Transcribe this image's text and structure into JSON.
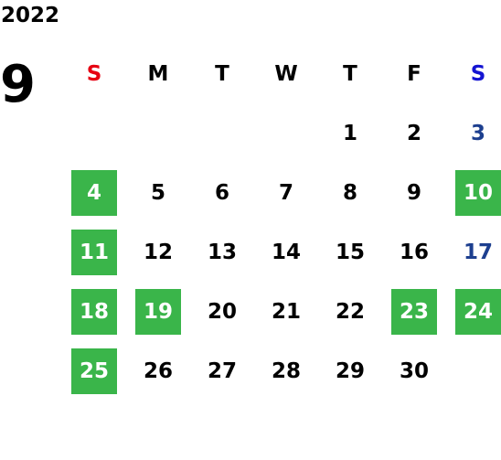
{
  "year": "2022",
  "month": "9",
  "colors": {
    "holiday_bg": "#3ab54a",
    "sunday_header": "#e60012",
    "saturday_header": "#1414d2",
    "saturday_date": "#1d3f8f"
  },
  "weekdays": [
    "S",
    "M",
    "T",
    "W",
    "T",
    "F",
    "S"
  ],
  "weeks": [
    [
      {
        "d": "",
        "holiday": false
      },
      {
        "d": "",
        "holiday": false
      },
      {
        "d": "",
        "holiday": false
      },
      {
        "d": "",
        "holiday": false
      },
      {
        "d": "1",
        "holiday": false
      },
      {
        "d": "2",
        "holiday": false
      },
      {
        "d": "3",
        "holiday": false
      }
    ],
    [
      {
        "d": "4",
        "holiday": true
      },
      {
        "d": "5",
        "holiday": false
      },
      {
        "d": "6",
        "holiday": false
      },
      {
        "d": "7",
        "holiday": false
      },
      {
        "d": "8",
        "holiday": false
      },
      {
        "d": "9",
        "holiday": false
      },
      {
        "d": "10",
        "holiday": true
      }
    ],
    [
      {
        "d": "11",
        "holiday": true
      },
      {
        "d": "12",
        "holiday": false
      },
      {
        "d": "13",
        "holiday": false
      },
      {
        "d": "14",
        "holiday": false
      },
      {
        "d": "15",
        "holiday": false
      },
      {
        "d": "16",
        "holiday": false
      },
      {
        "d": "17",
        "holiday": false
      }
    ],
    [
      {
        "d": "18",
        "holiday": true
      },
      {
        "d": "19",
        "holiday": true
      },
      {
        "d": "20",
        "holiday": false
      },
      {
        "d": "21",
        "holiday": false
      },
      {
        "d": "22",
        "holiday": false
      },
      {
        "d": "23",
        "holiday": true
      },
      {
        "d": "24",
        "holiday": true
      }
    ],
    [
      {
        "d": "25",
        "holiday": true
      },
      {
        "d": "26",
        "holiday": false
      },
      {
        "d": "27",
        "holiday": false
      },
      {
        "d": "28",
        "holiday": false
      },
      {
        "d": "29",
        "holiday": false
      },
      {
        "d": "30",
        "holiday": false
      },
      {
        "d": "",
        "holiday": false
      }
    ]
  ]
}
